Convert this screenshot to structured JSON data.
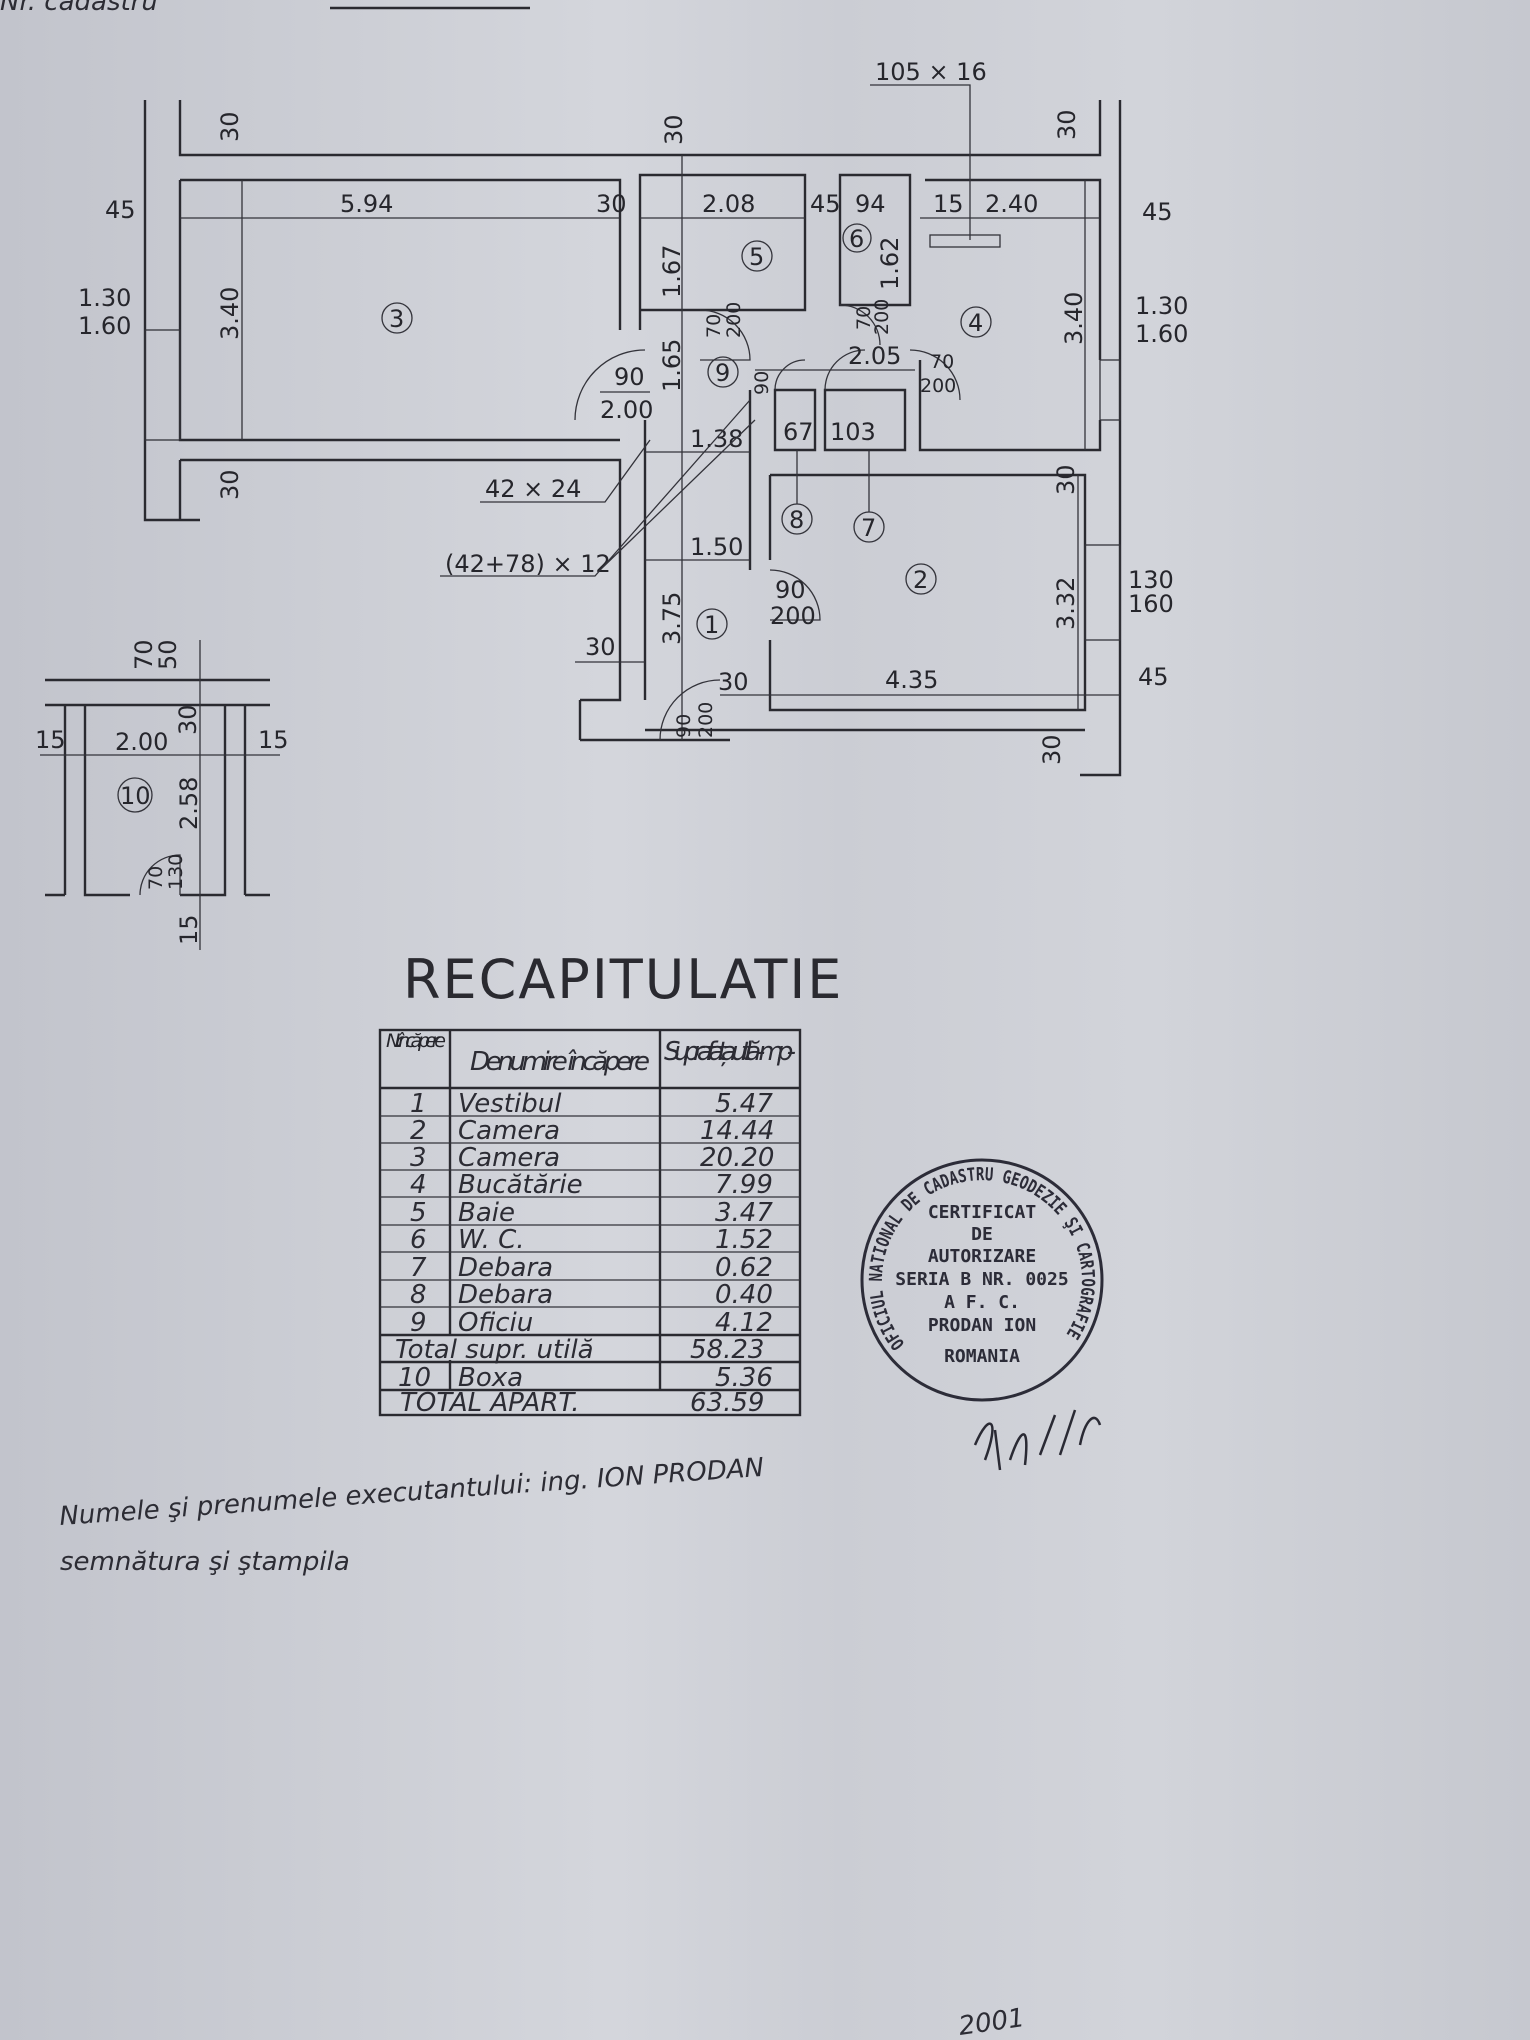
{
  "header": {
    "cadastral_label": "Nr. cadastru"
  },
  "rooms": {
    "r1": "1",
    "r2": "2",
    "r3": "3",
    "r4": "4",
    "r5": "5",
    "r6": "6",
    "r7": "7",
    "r8": "8",
    "r9": "9",
    "r10": "10"
  },
  "dimensions": {
    "vent_top": "105 × 16",
    "wall_30": "30",
    "wall_45": "45",
    "w_3": "5.94",
    "h_3": "3.40",
    "win_3": "1.30",
    "win_3b": "1.60",
    "w_5": "2.08",
    "h_5": "1.67",
    "d_5a": "70",
    "d_5b": "200",
    "w_6": "94",
    "h_6": "1.62",
    "d_6a": "70",
    "d_6b": "200",
    "wall_15": "15",
    "w_4": "2.40",
    "h_4": "3.40",
    "win_4": "1.30",
    "win_4b": "1.60",
    "w_9": "2.05",
    "d_4a": "70",
    "d_4b": "200",
    "d_3a": "90",
    "d_3b": "2.00",
    "h_9": "1.65",
    "w_9b": "1.38",
    "d_9": "90",
    "w_8": "67",
    "w_7": "103",
    "vent_1": "42 × 24",
    "vent_2": "(42+78) × 12",
    "w_1": "1.50",
    "d_2a": "90",
    "d_2b": "200",
    "h_1": "3.75",
    "h_2": "3.32",
    "w_2": "4.35",
    "win_2": "130",
    "win_2b": "160",
    "d_1a": "90",
    "d_1b": "200",
    "b_70": "70",
    "b_50": "50",
    "b_30": "30",
    "b_w": "2.00",
    "b_15": "15",
    "b_h": "2.58",
    "b_d1": "70",
    "b_d2": "130"
  },
  "recap": {
    "title": "RECAPITULATIE",
    "headers": [
      "Nr. încă pere",
      "Denumire încăpere",
      "Suprafața utilă -mp-"
    ],
    "rows": [
      {
        "nr": "1",
        "name": "Vestibul",
        "area": "5.47"
      },
      {
        "nr": "2",
        "name": "Camera",
        "area": "14.44"
      },
      {
        "nr": "3",
        "name": "Camera",
        "area": "20.20"
      },
      {
        "nr": "4",
        "name": "Bucătărie",
        "area": "7.99"
      },
      {
        "nr": "5",
        "name": "Baie",
        "area": "3.47"
      },
      {
        "nr": "6",
        "name": "W. C.",
        "area": "1.52"
      },
      {
        "nr": "7",
        "name": "Debara",
        "area": "0.62"
      },
      {
        "nr": "8",
        "name": "Debara",
        "area": "0.40"
      },
      {
        "nr": "9",
        "name": "Oficiu",
        "area": "4.12"
      }
    ],
    "total_util_label": "Total supr. utilă",
    "total_util": "58.23",
    "boxa": {
      "nr": "10",
      "name": "Boxa",
      "area": "5.36"
    },
    "total_label": "TOTAL APART.",
    "total": "63.59"
  },
  "stamp": {
    "ring": "OFICIUL NATIONAL DE CADASTRU GEODEZIE ŞI CARTOGRAFIE",
    "country": "ROMANIA",
    "l1": "CERTIFICAT",
    "l2": "DE",
    "l3": "AUTORIZARE",
    "l4": "SERIA B NR. 0025",
    "l5": "A F. C.",
    "l6": "PRODAN ION"
  },
  "footer": {
    "line1": "Numele şi prenumele executantului: ing. ION PRODAN",
    "line2": "semnătura şi ştampila",
    "date": "2001"
  }
}
